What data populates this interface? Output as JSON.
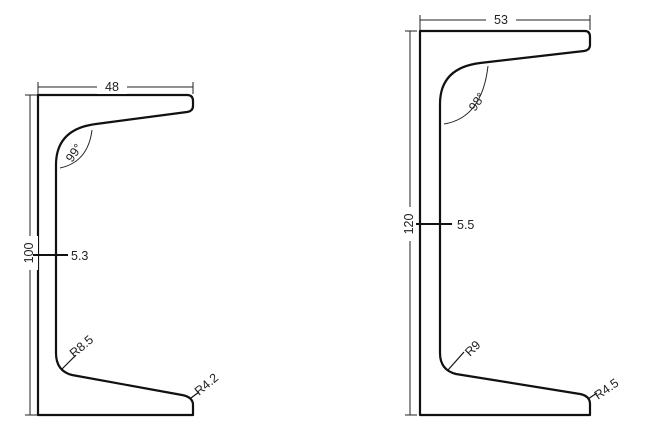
{
  "profiles": [
    {
      "width": "48",
      "height": "100",
      "thickness": "5.3",
      "angle": "99°",
      "root_radius": "R8.5",
      "toe_radius": "R4.2"
    },
    {
      "width": "53",
      "height": "120",
      "thickness": "5.5",
      "angle": "98°",
      "root_radius": "R9",
      "toe_radius": "R4.5"
    }
  ]
}
